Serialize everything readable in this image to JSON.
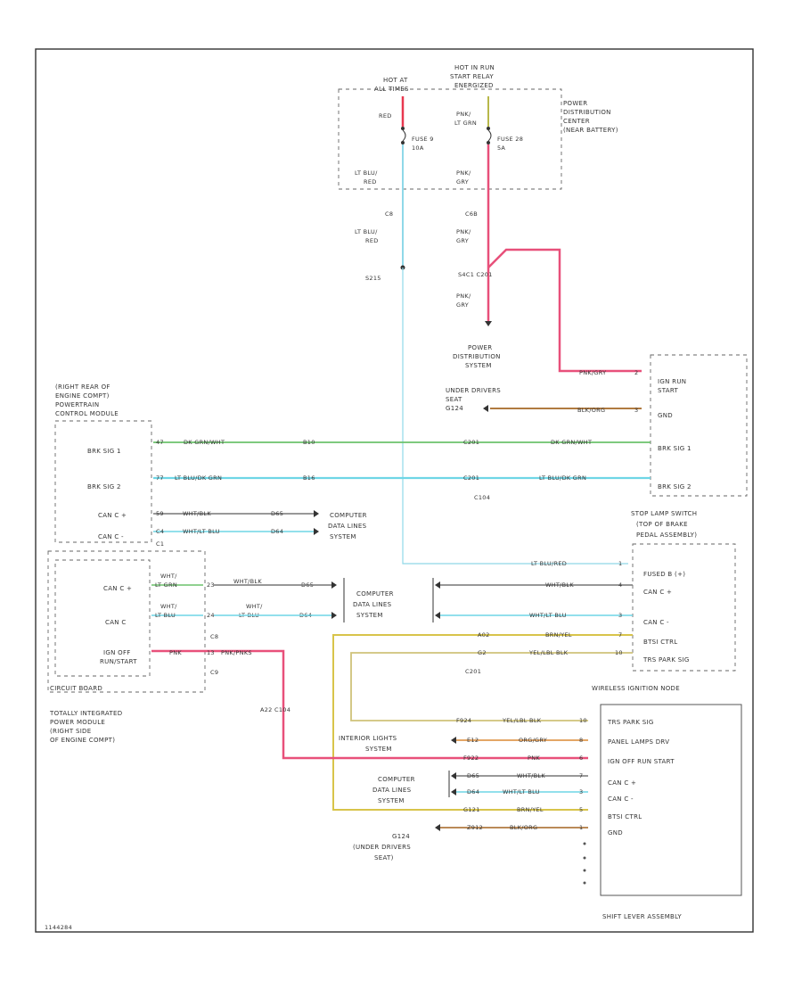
{
  "colors": {
    "red": "#e8384f",
    "pink": "#e8507a",
    "lt_grn": "#6cc26c",
    "dk_grn": "#3aa84a",
    "lt_blu": "#6fd6e6",
    "lt_blu_red": "#8fd8e8",
    "pnk_gry": "#e26a8c",
    "gray": "#777777",
    "brown": "#b07a40",
    "orange": "#e09a50",
    "yellow": "#d8c44a",
    "tan_yellow": "#cfc27a",
    "olive": "#b8b84a"
  },
  "labels": {
    "hot_at_all_times": [
      "HOT AT",
      "ALL TIMES"
    ],
    "hot_in_run": [
      "HOT IN RUN",
      "START RELAY",
      "ENERGIZED"
    ],
    "pdc": [
      "POWER",
      "DISTRIBUTION",
      "CENTER",
      "(NEAR BATTERY)"
    ],
    "red": "RED",
    "fuse9": [
      "FUSE 9",
      "10A"
    ],
    "fuse28": [
      "FUSE 28",
      "5A"
    ],
    "pnk_lt_grn": [
      "PNK/",
      "LT GRN"
    ],
    "lt_blu_red_1": [
      "LT BLU/",
      "RED"
    ],
    "pnk_gry_1": [
      "PNK/",
      "GRY"
    ],
    "c8": "C8",
    "c6b": "C6B",
    "lt_blu_red_2": [
      "LT BLU/",
      "RED"
    ],
    "pnk_gry_2": [
      "PNK/",
      "GRY"
    ],
    "s215": "S215",
    "s_c201": "S4C1  C201",
    "pnk_gry_3": [
      "PNK/",
      "GRY"
    ],
    "power_dist_system": [
      "POWER",
      "DISTRIBUTION",
      "SYSTEM"
    ],
    "g124_top": [
      "UNDER DRIVERS",
      "SEAT",
      "G124"
    ],
    "pcm": [
      "(RIGHT REAR OF",
      "ENGINE COMPT)",
      "POWERTRAIN",
      "CONTROL MODULE"
    ],
    "pcm_brk1": "BRK SIG 1",
    "pcm_brk2": "BRK SIG 2",
    "pcm_canc_plus": "CAN C +",
    "pcm_canc_minus": "CAN C -",
    "w_brk1_pin": "47",
    "w_brk1_col": "DK GRN/WHT",
    "w_brk1_ckt": "B10",
    "w_brk1_conn": "C201",
    "w_brk1_col2": "DK GRN/WHT",
    "w_brk2_pin": "77",
    "w_brk2_col": "LT BLU/DK GRN",
    "w_brk2_ckt": "B16",
    "w_brk2_conn": "C201",
    "w_brk2_col2": "LT BLU/DK GRN",
    "c104": "C104",
    "w_canc_plus": [
      "59",
      "WHT/BLK",
      "D65"
    ],
    "w_canc_minus": [
      "C4",
      "WHT/LT BLU",
      "D64"
    ],
    "pcm_conn": "C1",
    "computer_data_1": [
      "COMPUTER",
      "DATA LINES",
      "SYSTEM"
    ],
    "stop_lamp": [
      "STOP LAMP SWITCH",
      "(TOP OF BRAKE",
      "PEDAL ASSEMBLY)"
    ],
    "slsw_pins": [
      "IGN RUN",
      "START",
      "GND",
      "BRK SIG 1",
      "BRK SIG 2"
    ],
    "slsw_wire_top": [
      "PNK/GRY",
      "2"
    ],
    "slsw_gnd_wire": [
      "BLK/ORG",
      "3"
    ],
    "tipm": [
      "TOTALLY INTEGRATED",
      "POWER MODULE",
      "(RIGHT SIDE",
      "OF ENGINE COMPT)"
    ],
    "tipm_can_plus": "CAN C +",
    "tipm_can_minus": "CAN C",
    "tipm_ign": [
      "IGN OFF",
      "RUN/START"
    ],
    "tipm_board": "CIRCUIT BOARD",
    "tipm_w_plus": [
      "WHT/",
      "LT GRN",
      "23",
      "WHT/BLK",
      "D65"
    ],
    "tipm_w_minus": [
      "WHT/",
      "LT BLU",
      "24",
      "WHT/",
      "LT BLU",
      "D64"
    ],
    "tipm_ign_w": [
      "PNK",
      "13",
      "PNK/PNKS"
    ],
    "tipm_c8": "C8",
    "tipm_c9": "C9",
    "a22_c104": "A22  C104",
    "computer_data_2": [
      "COMPUTER",
      "DATA LINES",
      "SYSTEM"
    ],
    "win": [
      "FUSED B (+)",
      "CAN C +",
      "CAN C -",
      "BTSI CTRL",
      "TRS PARK SIG"
    ],
    "win_wires": [
      "LT BLU/RED",
      "1",
      "WHT/BLK",
      "4",
      "WHT/LT BLU",
      "3",
      "BRN/YEL",
      "7",
      "YEL/LBL BLK",
      "10"
    ],
    "win_ckt": [
      "A02",
      "G2"
    ],
    "c201b": "C201",
    "wireless_node": "WIRELESS IGNITION NODE",
    "shift_pins": [
      "TRS PARK SIG",
      "PANEL LAMPS DRV",
      "IGN OFF RUN START",
      "CAN C +",
      "CAN C -",
      "BTSI CTRL",
      "GND"
    ],
    "shift_wires": [
      "F924",
      "YEL/LBL BLK",
      "10",
      "E12",
      "ORG/GRY",
      "8",
      "F922",
      "PNK",
      "6",
      "D65",
      "WHT/BLK",
      "7",
      "D64",
      "WHT/LT BLU",
      "3",
      "G121",
      "BRN/YEL",
      "5",
      "Z912",
      "BLK/ORG",
      "1"
    ],
    "interior_lights": [
      "INTERIOR LIGHTS",
      "SYSTEM"
    ],
    "computer_data_3": [
      "COMPUTER",
      "DATA LINES",
      "SYSTEM"
    ],
    "g124_bot": [
      "G124",
      "(UNDER DRIVERS",
      "SEAT)"
    ],
    "shift_lever": "SHIFT LEVER ASSEMBLY",
    "figure_id": "1144284"
  }
}
